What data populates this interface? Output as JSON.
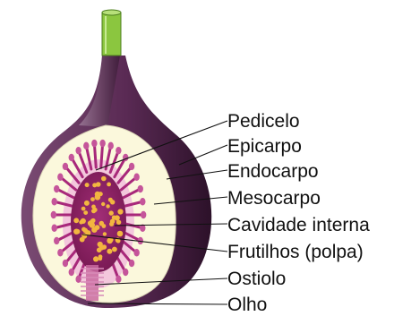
{
  "labels": [
    {
      "key": "pedicelo",
      "text": "Pedicelo"
    },
    {
      "key": "epicarpo",
      "text": "Epicarpo"
    },
    {
      "key": "endocarpo",
      "text": "Endocarpo"
    },
    {
      "key": "mesocarpo",
      "text": "Mesocarpo"
    },
    {
      "key": "cavidade",
      "text": "Cavidade interna"
    },
    {
      "key": "frutilhos",
      "text": "Frutilhos (polpa)"
    },
    {
      "key": "ostiolo",
      "text": "Ostiolo"
    },
    {
      "key": "olho",
      "text": "Olho"
    }
  ],
  "colors": {
    "stem": "#8bc63f",
    "stem_dark": "#5f9a2a",
    "skin_dark": "#3b1a36",
    "skin_mid": "#6e3d63",
    "skin_light": "#9a7596",
    "flesh": "#fbf8dc",
    "cavity_ring": "#a8287a",
    "cavity_core": "#7d1a58",
    "seed": "#f2b640",
    "line": "#111111"
  }
}
